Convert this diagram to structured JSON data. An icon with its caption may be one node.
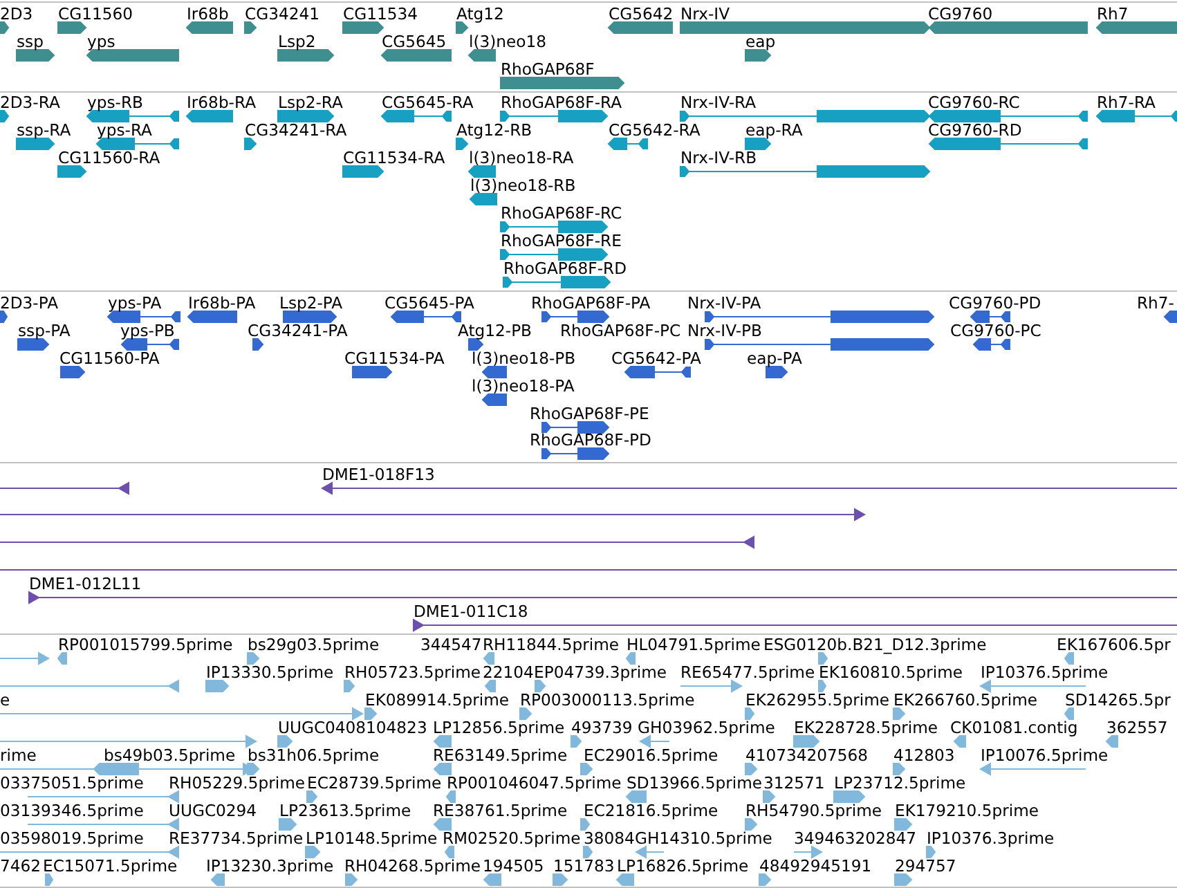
{
  "diagram": {
    "labels": [
      "2D3",
      "CG11560",
      "Ir68b",
      "CG34241",
      "CG11534",
      "Atg12",
      "CG5642",
      "Nrx-IV",
      "CG9760",
      "Rh7",
      "ssp",
      "yps",
      "Lsp2",
      "CG5645",
      "l(3)neo18",
      "eap",
      "RhoGAP68F",
      "2D3-RA",
      "yps-RB",
      "Ir68b-RA",
      "Lsp2-RA",
      "CG5645-RA",
      "RhoGAP68F-RA",
      "Nrx-IV-RA",
      "CG9760-RC",
      "Rh7-RA",
      "ssp-RA",
      "yps-RA",
      "CG34241-RA",
      "Atg12-RB",
      "CG5642-RA",
      "eap-RA",
      "CG9760-RD",
      "CG11560-RA",
      "CG11534-RA",
      "l(3)neo18-RA",
      "Nrx-IV-RB",
      "l(3)neo18-RB",
      "RhoGAP68F-RC",
      "RhoGAP68F-RE",
      "RhoGAP68F-RD",
      "2D3-PA",
      "yps-PA",
      "Ir68b-PA",
      "Lsp2-PA",
      "CG5645-PA",
      "RhoGAP68F-PA",
      "Nrx-IV-PA",
      "CG9760-PD",
      "Rh7-",
      "ssp-PA",
      "yps-PB",
      "CG34241-PA",
      "Atg12-PB",
      "RhoGAP68F-PC",
      "Nrx-IV-PB",
      "CG9760-PC",
      "CG11560-PA",
      "CG11534-PA",
      "l(3)neo18-PB",
      "CG5642-PA",
      "eap-PA",
      "l(3)neo18-PA",
      "RhoGAP68F-PE",
      "RhoGAP68F-PD",
      "DME1-018F13",
      "DME1-012L11",
      "DME1-011C18",
      "RP001015799.5prime",
      "bs29g03.5prime",
      "344547",
      "RH11844.5prime",
      "HL04791.5prime",
      "ESG0120b.B21_D12.3prime",
      "EK167606.5pr",
      "IP13330.5prime",
      "RH05723.5prime",
      "22104",
      "EP04739.3prime",
      "RE65477.5prime",
      "EK160810.5prime",
      "IP10376.5prime",
      "e",
      "EK089914.5prime",
      "RP003000113.5prime",
      "EK262955.5prime",
      "EK266760.5prime",
      "SD14265.5pr",
      "UUGC0408104823",
      "LP12856.5prime",
      "493739",
      "GH03962.5prime",
      "EK228728.5prime",
      "CK01081.contig",
      "362557",
      "rime",
      "bs49b03.5prime",
      "bs31h06.5prime",
      "RE63149.5prime",
      "EC29016.5prime",
      "410734207568",
      "412803",
      "IP10076.5prime",
      "03375051.5prime",
      "RH05229.5prime",
      "EC28739.5prime",
      "RP001046047.5prime",
      "SD13966.5prime",
      "312571",
      "LP23712.5prime",
      "03139346.5prime",
      "UUGC0294",
      "LP23613.5prime",
      "RE38761.5prime",
      "EC21816.5prime",
      "RH54790.5prime",
      "EK179210.5prime",
      "03598019.5prime",
      "RE37734.5prime",
      "LP10148.5prime",
      "RM02520.5prime",
      "38084",
      "GH14310.5prime",
      "349463202847",
      "IP10376.3prime",
      "7462",
      "EC15071.5prime",
      "IP13230.3prime",
      "RH04268.5prime",
      "194505",
      "151783",
      "LP16826.5prime",
      "48492945191",
      "294757"
    ]
  }
}
